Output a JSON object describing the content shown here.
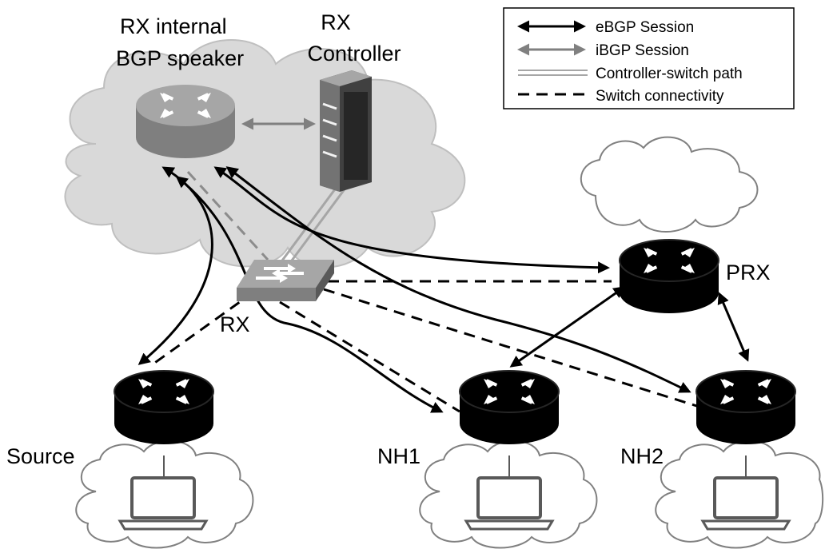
{
  "labels": {
    "rx_internal_line1": "RX internal",
    "rx_internal_line2": "BGP speaker",
    "rx_controller_line1": "RX",
    "rx_controller_line2": "Controller",
    "rx_switch": "RX",
    "prx": "PRX",
    "source": "Source",
    "nh1": "NH1",
    "nh2": "NH2"
  },
  "legend": {
    "items": [
      {
        "label": "eBGP Session",
        "style": "black-double-arrow"
      },
      {
        "label": "iBGP Session",
        "style": "gray-double-arrow"
      },
      {
        "label": "Controller-switch path",
        "style": "gray-double-line"
      },
      {
        "label": "Switch connectivity",
        "style": "black-dashed-line"
      }
    ]
  },
  "colors": {
    "ebgp": "#000000",
    "ibgp": "#808080",
    "controller_path": "#a6a6a6",
    "dashed": "#000000",
    "cloud_fill": "#d9d9d9",
    "cloud_stroke": "#b3b3b3",
    "router_black": "#000000",
    "router_gray": "#8c8c8c"
  },
  "icons": {
    "routers": [
      "router-icon"
    ],
    "switch": "switch-icon",
    "server": "server-icon",
    "laptop": "laptop-icon",
    "cloud": "cloud-icon"
  }
}
